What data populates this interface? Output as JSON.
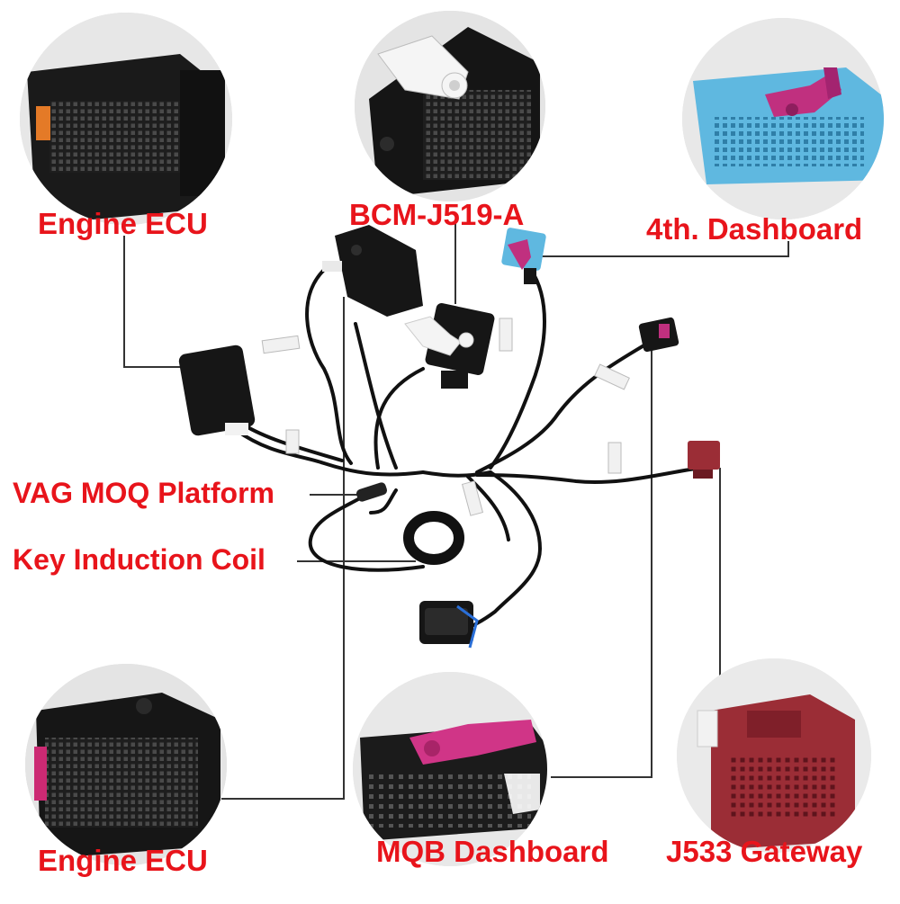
{
  "labels": {
    "engine_ecu_top": "Engine ECU",
    "bcm": "BCM-J519-A",
    "dashboard_4th": "4th. Dashboard",
    "vag_moq": "VAG MOQ Platform",
    "key_coil": "Key Induction Coil",
    "engine_ecu_bottom": "Engine ECU",
    "mqb_dashboard": "MQB Dashboard",
    "j533_gateway": "J533 Gateway"
  },
  "colors": {
    "label": "#e8141b",
    "leader_line": "#333333",
    "cable": "#111111",
    "connector_black": "#1c1c1c",
    "connector_blue": "#5fb8e0",
    "latch_magenta": "#c0307f",
    "connector_red": "#9b2d36",
    "latch_white": "#f4f4f4"
  }
}
